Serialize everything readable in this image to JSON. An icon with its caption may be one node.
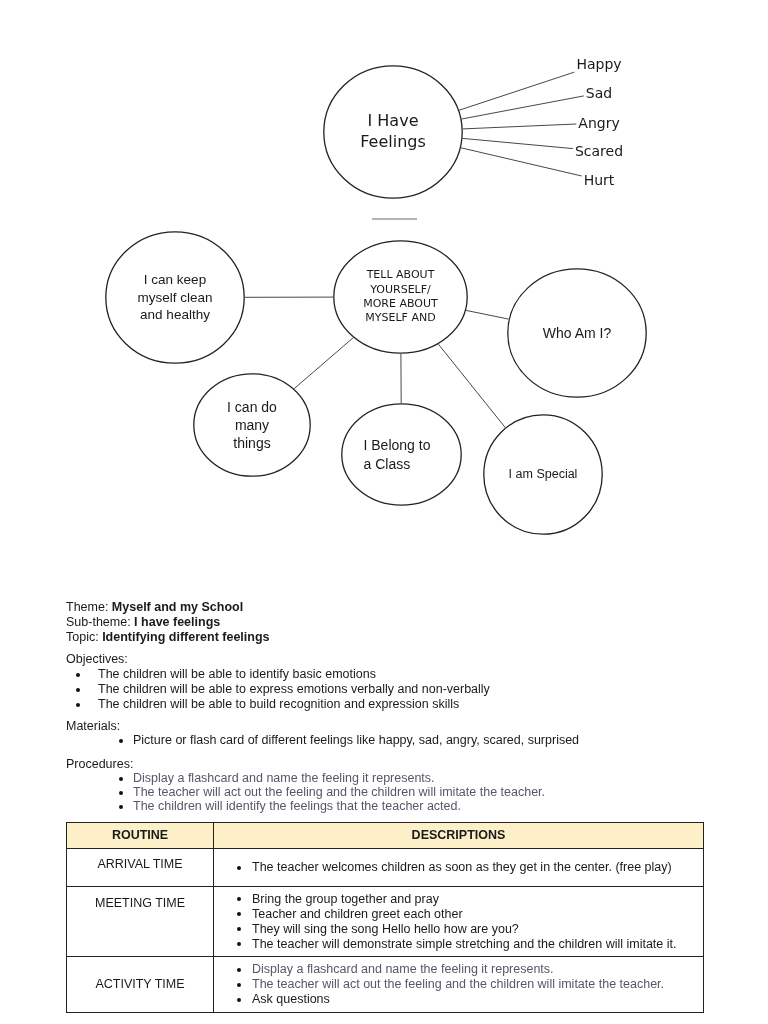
{
  "diagram": {
    "nodes": [
      {
        "text": [
          "I Have Feelings"
        ]
      },
      {
        "text": [
          "Happy"
        ]
      },
      {
        "text": [
          "Sad"
        ]
      },
      {
        "text": [
          "Angry"
        ]
      },
      {
        "text": [
          "Scared"
        ]
      },
      {
        "text": [
          "Hurt"
        ]
      },
      {
        "text": [
          "I can keep myself clean and healthy"
        ]
      },
      {
        "text": [
          "TELL ABOUT YOURSELF/ MORE ABOUT MYSELF AND"
        ]
      },
      {
        "text": [
          "Who Am I?"
        ]
      },
      {
        "text": [
          "I can do many things"
        ]
      },
      {
        "text": [
          "I Belong to a Class"
        ]
      },
      {
        "text": [
          "I am Special"
        ]
      }
    ],
    "edges": [
      {
        "from": 0,
        "to": 1,
        "arrow": "none"
      },
      {
        "from": 0,
        "to": 2,
        "arrow": "none"
      },
      {
        "from": 0,
        "to": 3,
        "arrow": "none"
      },
      {
        "from": 0,
        "to": 4,
        "arrow": "none"
      },
      {
        "from": 0,
        "to": 5,
        "arrow": "none"
      },
      {
        "from": 7,
        "to": 6,
        "arrow": "none"
      },
      {
        "from": 7,
        "to": 8,
        "arrow": "none"
      },
      {
        "from": 7,
        "to": 9,
        "arrow": "none"
      },
      {
        "from": 7,
        "to": 10,
        "arrow": "none"
      },
      {
        "from": 7,
        "to": 11,
        "arrow": "none"
      }
    ],
    "labels": [
      "Theme: **Myself and my School**",
      "Sub-theme: **I have feelings**",
      "Topic: **Identifying different feelings**",
      "Objectives:",
      "The children will be able to identify basic emotions",
      "The children will be able to express emotions verbally and non-verbally",
      "The children will be able to build recognition and expression skills",
      "Materials:",
      "Picture or flash card of different feelings like happy, sad, angry, scared, surprised",
      "Procedures:",
      "Display a flashcard and name the feeling it represents.",
      "The teacher will act out the feeling and the children will imitate the teacher.",
      "The children will identify the feelings that the teacher acted.",
      "ROUTINE",
      "DESCRIPTIONS",
      "ARRIVAL TIME",
      "The teacher welcomes children as soon as they get in the center. (free play)",
      "MEETING TIME",
      "Bring the group together and pray",
      "Teacher and children greet each other",
      "They will sing the song Hello hello how are you?",
      "The teacher will demonstrate simple stretching and the children will imitate it.",
      "ACTIVITY TIME",
      "Display a flashcard and name the feeling it represents.",
      "The teacher will act out the feeling and the children will imitate the teacher.",
      "Ask questions"
    ]
  }
}
